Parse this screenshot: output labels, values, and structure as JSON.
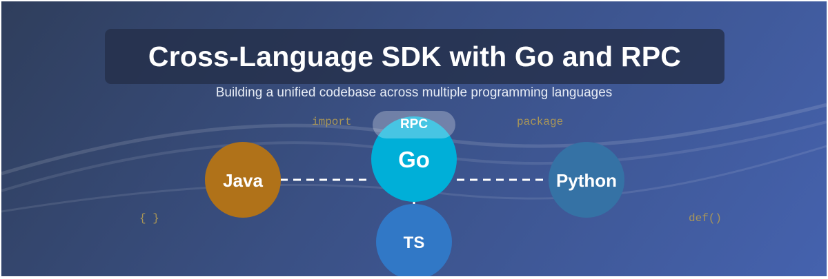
{
  "header": {
    "title": "Cross-Language SDK with Go and RPC",
    "subtitle": "Building a unified codebase across multiple programming languages"
  },
  "code_snippets": {
    "import": "import",
    "package": "package",
    "braces": "{ }",
    "def": "def()"
  },
  "rpc": {
    "label": "RPC"
  },
  "nodes": {
    "go": {
      "label": "Go",
      "color": "#00afd8"
    },
    "java": {
      "label": "Java",
      "color": "#b07219"
    },
    "python": {
      "label": "Python",
      "color": "#3572a5"
    },
    "ts": {
      "label": "TS",
      "color": "#3178c6"
    }
  },
  "colors": {
    "background_start": "#2f3e5c",
    "background_end": "#4562ae",
    "code_text": "#b09a55",
    "connector": "#ffffff"
  }
}
